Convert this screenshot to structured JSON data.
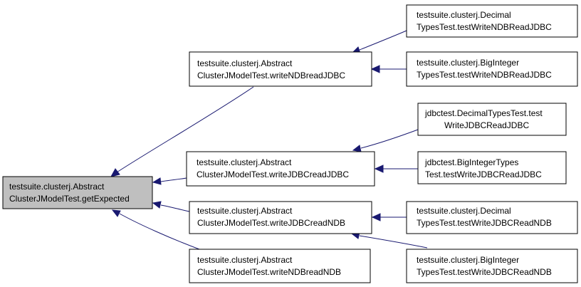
{
  "nodes": {
    "root": {
      "line1": "testsuite.clusterj.Abstract",
      "line2": "ClusterJModelTest.getExpected"
    },
    "writeNDBreadJDBC": {
      "line1": "testsuite.clusterj.Abstract",
      "line2": "ClusterJModelTest.writeNDBreadJDBC"
    },
    "writeJDBCreadJDBC": {
      "line1": "testsuite.clusterj.Abstract",
      "line2": "ClusterJModelTest.writeJDBCreadJDBC"
    },
    "writeJDBCreadNDB": {
      "line1": "testsuite.clusterj.Abstract",
      "line2": "ClusterJModelTest.writeJDBCreadNDB"
    },
    "writeNDBreadNDB": {
      "line1": "testsuite.clusterj.Abstract",
      "line2": "ClusterJModelTest.writeNDBreadNDB"
    },
    "decimalWriteNDBReadJDBC": {
      "line1": "testsuite.clusterj.Decimal",
      "line2": "TypesTest.testWriteNDBReadJDBC"
    },
    "bigIntWriteNDBReadJDBC": {
      "line1": "testsuite.clusterj.BigInteger",
      "line2": "TypesTest.testWriteNDBReadJDBC"
    },
    "jdbcDecimalWriteJDBCReadJDBC": {
      "line1": "jdbctest.DecimalTypesTest.test",
      "line2": "WriteJDBCReadJDBC"
    },
    "jdbcBigIntWriteJDBCReadJDBC": {
      "line1": "jdbctest.BigIntegerTypes",
      "line2": "Test.testWriteJDBCReadJDBC"
    },
    "decimalWriteJDBCReadNDB": {
      "line1": "testsuite.clusterj.Decimal",
      "line2": "TypesTest.testWriteJDBCReadNDB"
    },
    "bigIntWriteJDBCReadNDB": {
      "line1": "testsuite.clusterj.BigInteger",
      "line2": "TypesTest.testWriteJDBCReadNDB"
    }
  },
  "colors": {
    "edge": "#191970",
    "root_fill": "#bfbfbf",
    "node_fill": "#ffffff",
    "node_border": "#000000"
  }
}
